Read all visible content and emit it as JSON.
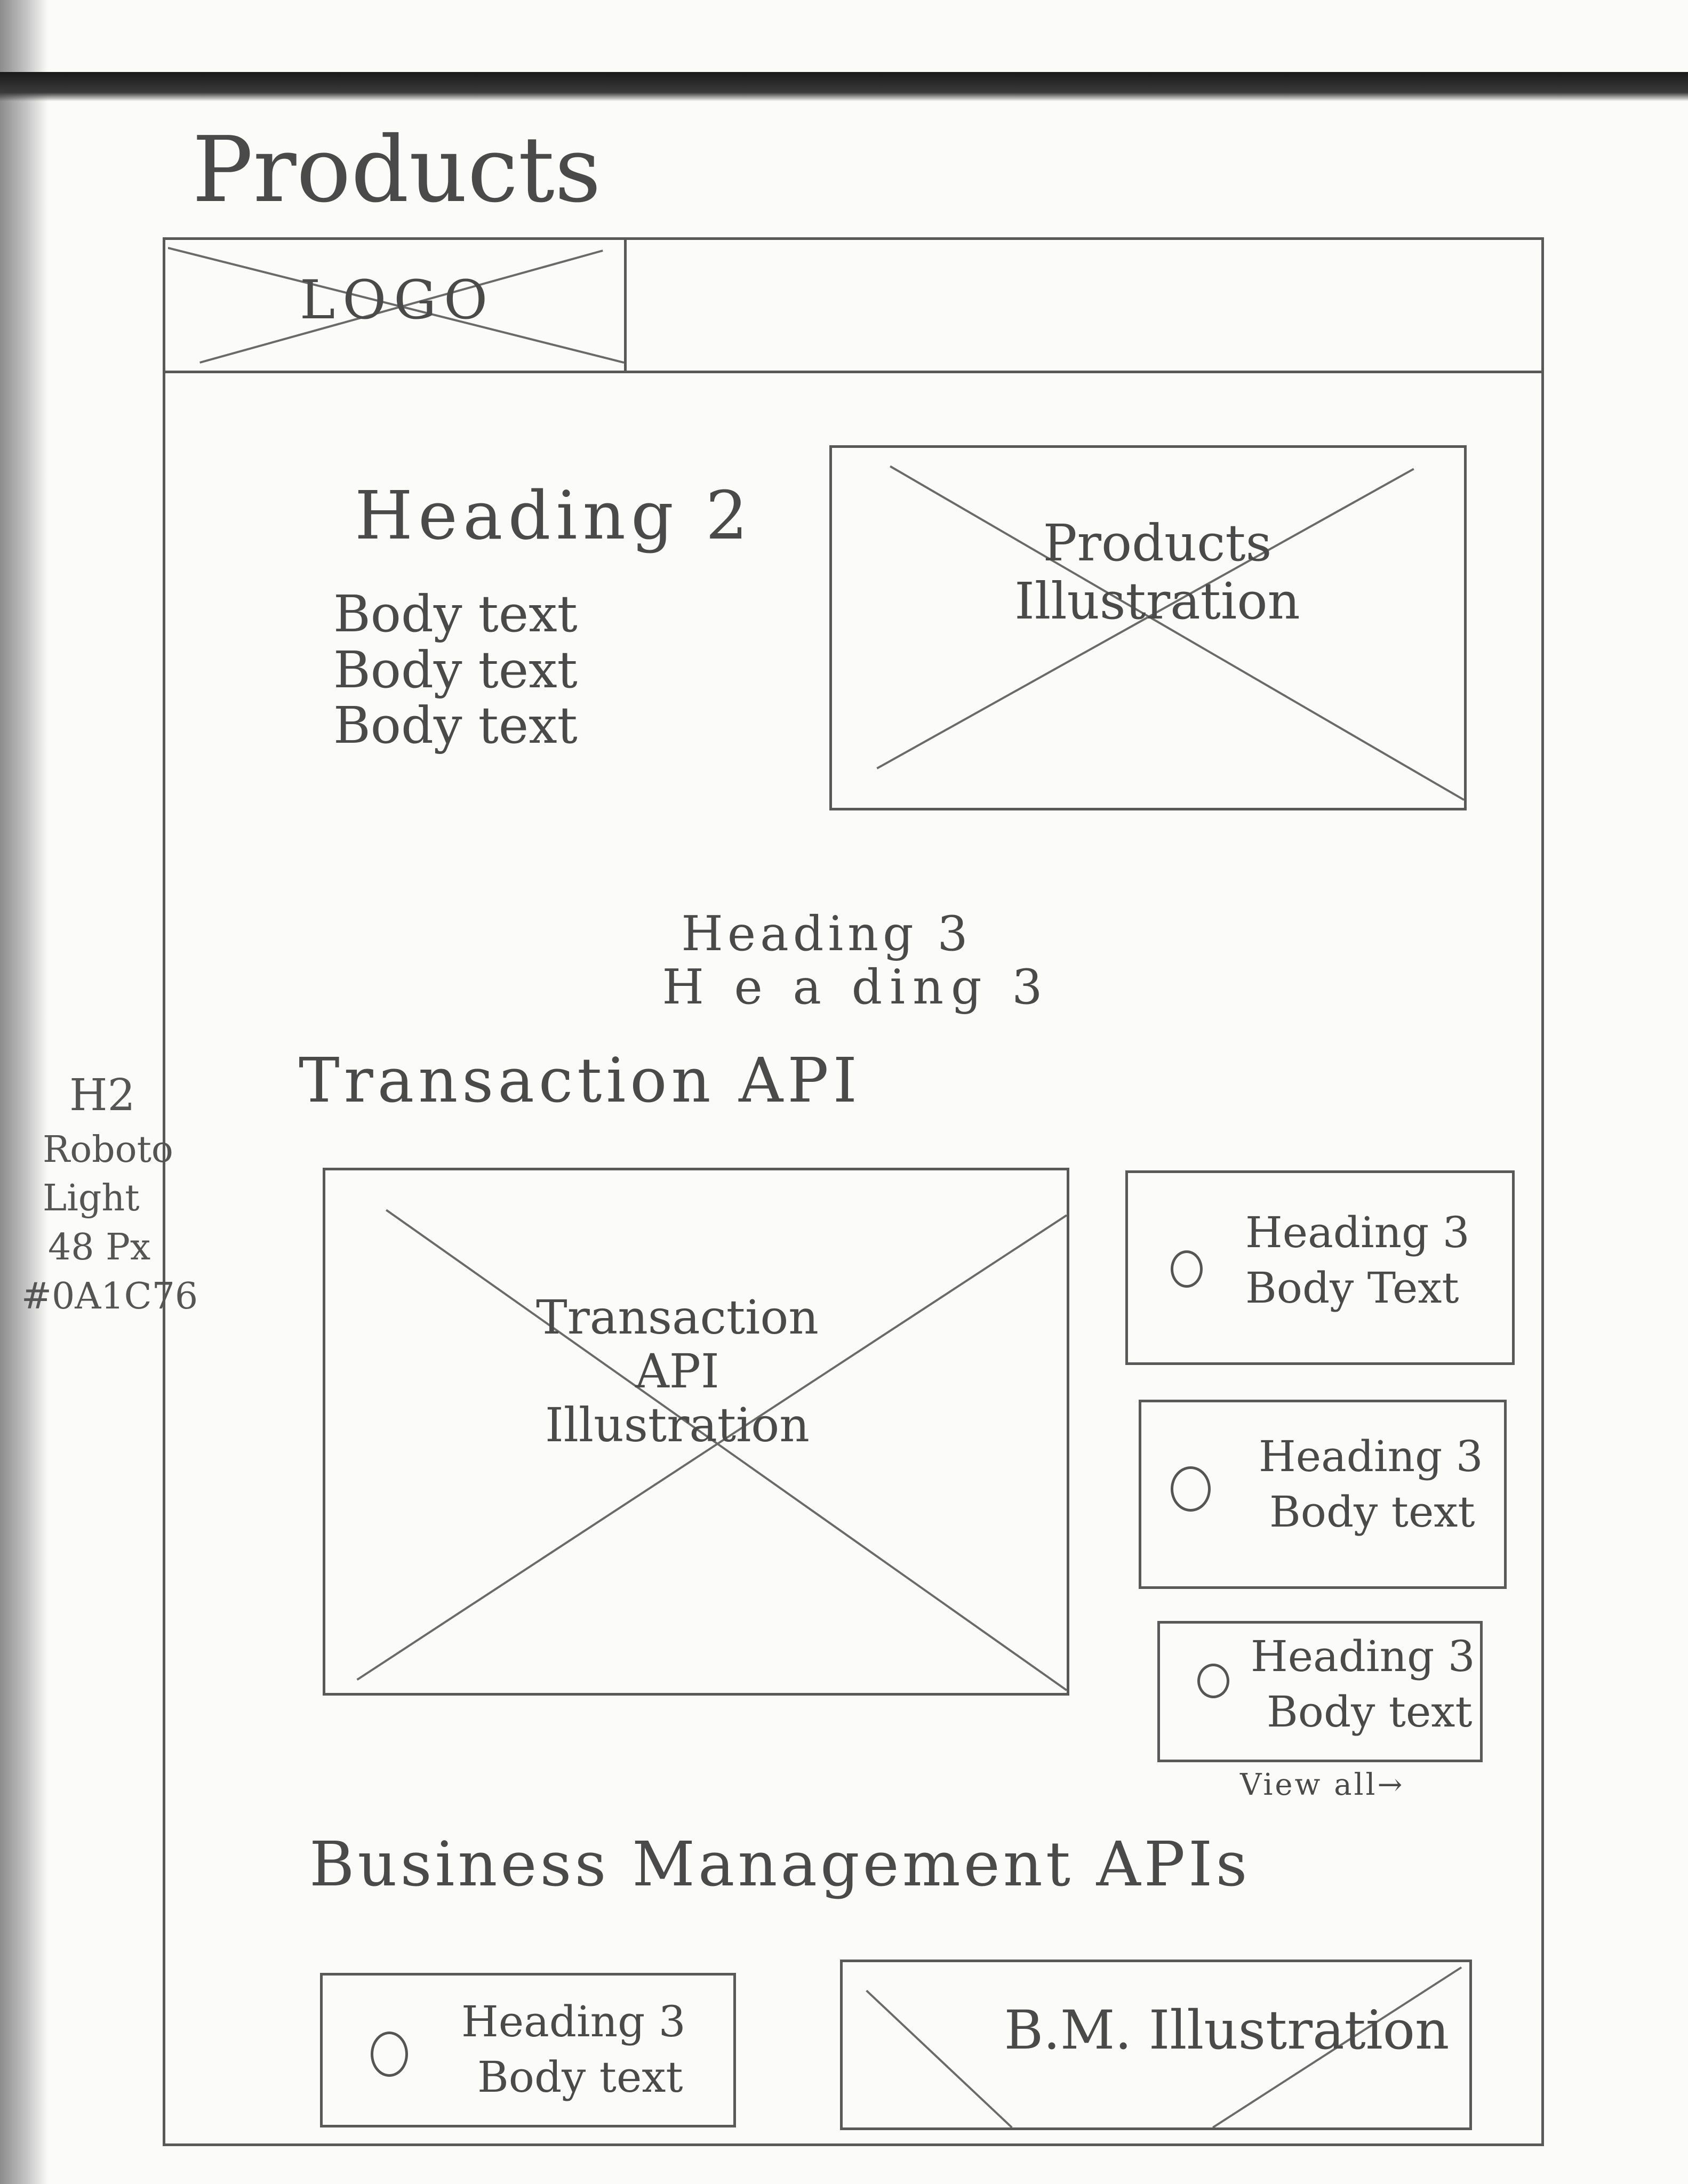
{
  "page": {
    "title": "Products"
  },
  "header": {
    "logo_label": "LOGO"
  },
  "hero": {
    "heading": "Heading 2",
    "body_lines": [
      "Body text",
      "Body text",
      "Body text"
    ],
    "illustration_label": "Products Illustration"
  },
  "section_headings": {
    "line1": "Heading 3",
    "line2": "H e a ding 3"
  },
  "annotation": {
    "lines": [
      "H2",
      "Roboto",
      "Light",
      "48 Px",
      "#0A1C76"
    ]
  },
  "transaction": {
    "title": "Transaction API",
    "illustration_label": "Transaction API Illustration",
    "cards": [
      {
        "heading": "Heading 3",
        "body": "Body Text"
      },
      {
        "heading": "Heading 3",
        "body": "Body text"
      },
      {
        "heading": "Heading 3",
        "body": "Body text"
      }
    ],
    "view_all": "View all→"
  },
  "business": {
    "title": "Business Management APIs",
    "card": {
      "heading": "Heading 3",
      "body": "Body text"
    },
    "illustration_label": "B.M. Illustration"
  }
}
